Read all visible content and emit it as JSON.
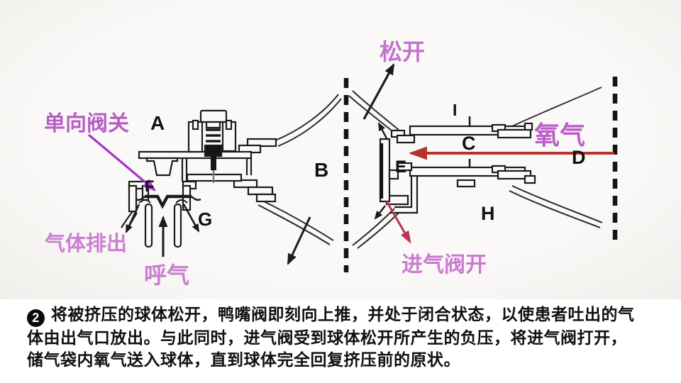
{
  "diagram": {
    "labels": {
      "one_way_valve_closed": "单向阀关",
      "release": "松开",
      "oxygen": "氧气",
      "gas_out": "气体排出",
      "exhale": "呼气",
      "intake_valve_open": "进气阀开"
    },
    "letters": {
      "a": "A",
      "b": "B",
      "c": "C",
      "d": "D",
      "e": "E",
      "f": "F",
      "g": "G",
      "h": "H",
      "i": "I"
    },
    "colors": {
      "label_pink": "#c97fd0",
      "label_magenta": "#b55ec4",
      "arrow_magenta": "#a832c4",
      "arrow_red": "#b5332a",
      "arrow_crimson": "#bb3355",
      "line_dark": "#1b1b1b"
    }
  },
  "caption": {
    "step_number": "2",
    "lines": [
      "将被挤压的球体松开，鸭嘴阀即刻向上推，并处于闭合状态，以使患者吐出的气",
      "体由出气口放出。与此同时，进气阀受到球体松开所产生的负压，将进气阀打开，",
      "储气袋内氧气送入球体，直到球体完全回复挤压前的原状。"
    ]
  }
}
